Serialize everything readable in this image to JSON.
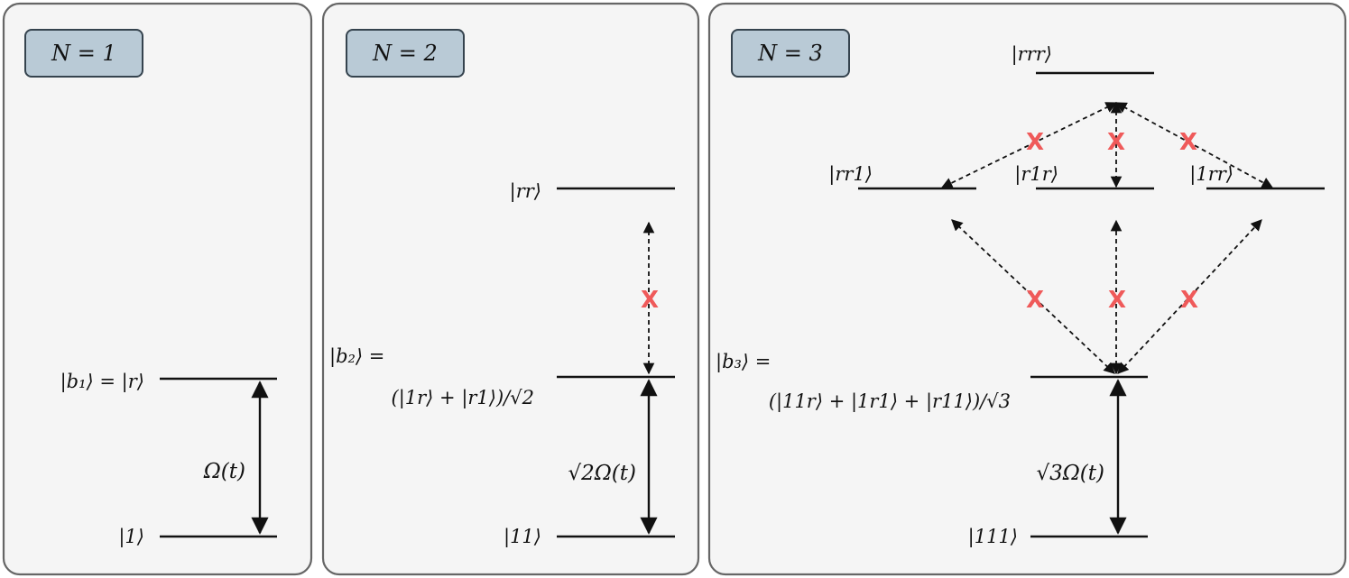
{
  "panels": [
    {
      "badge": "N = 1",
      "levels": {
        "upper": "|b₁⟩ = |r⟩",
        "lower": "|1⟩"
      },
      "coupling": "Ω(t)"
    },
    {
      "badge": "N = 2",
      "levels": {
        "top": "|rr⟩",
        "middle_line1": "|b₂⟩ =",
        "middle_line2": "(|1r⟩ + |r1⟩)/√2",
        "lower": "|11⟩"
      },
      "coupling": "√2Ω(t)",
      "blocked_mark": "X"
    },
    {
      "badge": "N = 3",
      "levels": {
        "top": "|rrr⟩",
        "left": "|rr1⟩",
        "center": "|r1r⟩",
        "right": "|1rr⟩",
        "middle_line1": "|b₃⟩ =",
        "middle_line2": "(|11r⟩ + |1r1⟩ + |r11⟩)/√3",
        "lower": "|111⟩"
      },
      "coupling": "√3Ω(t)",
      "blocked_mark": "X"
    }
  ],
  "colors": {
    "panel_fill": "#f5f5f5",
    "panel_border": "#666666",
    "badge_fill": "#b9cad6",
    "blocked_mark": "#ef5a5a"
  }
}
